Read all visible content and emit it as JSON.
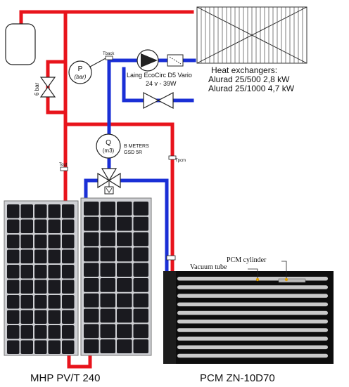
{
  "sensors": {
    "tback": "Tback",
    "tout": "Tout",
    "tpcm": "Tpcm"
  },
  "expansion_valve": {
    "pressure_label": "6 bar"
  },
  "pressure_gauge": {
    "symbol": "P",
    "unit": "(bar)"
  },
  "pump": {
    "model": "Laing EcoCirc D5 Vario",
    "rating": "24 v - 39W"
  },
  "heat_exchangers": {
    "title": "Heat exchangers:",
    "items": [
      "Alurad 25/500 2,8 kW",
      "Alurad 25/1000 4,7 kW"
    ]
  },
  "flow_meter": {
    "symbol": "Q",
    "unit": "(m3)",
    "brand": "B METERS",
    "model": "GSD 5R"
  },
  "pcm_collector": {
    "label": "PCM ZN-10D70",
    "pcm_cylinder_label": "PCM cylinder",
    "vacuum_tube_label": "Vacuum tube"
  },
  "pv_panels": {
    "label": "MHP PV/T 240"
  },
  "colors": {
    "hot_pipe": "#e8141c",
    "cold_pipe": "#1a2fd6",
    "panel_cell": "#1a1a1f",
    "collector": "#0d0d0d"
  }
}
